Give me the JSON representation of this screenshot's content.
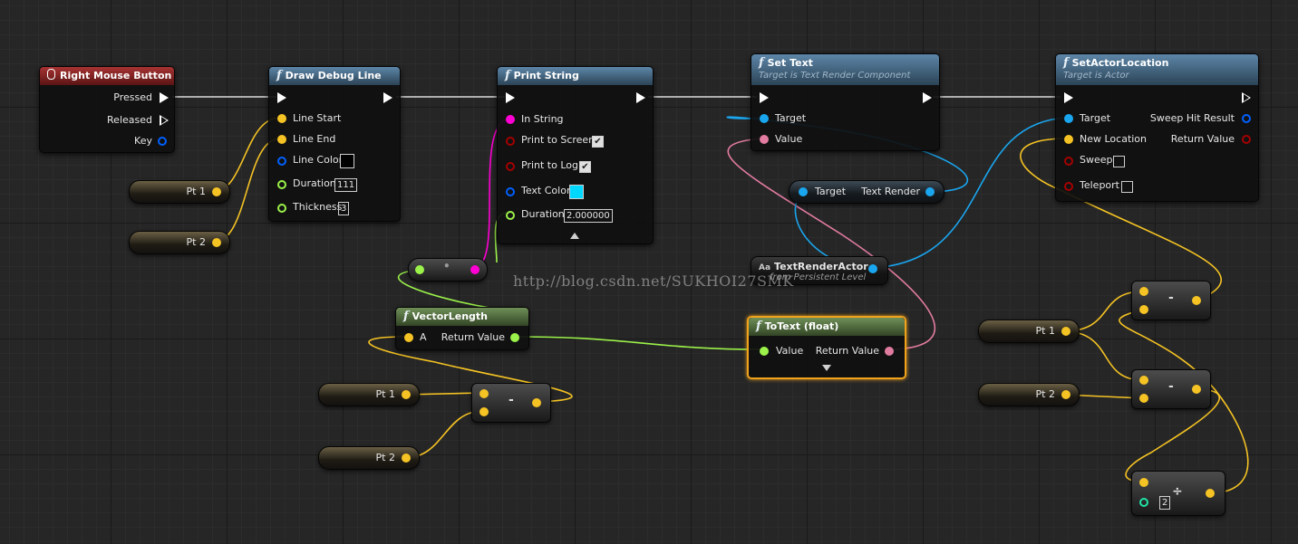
{
  "nodes": {
    "rmb": {
      "title": "Right Mouse Button",
      "pressed": "Pressed",
      "released": "Released",
      "key": "Key"
    },
    "draw_debug_line": {
      "title": "Draw Debug Line",
      "line_start": "Line Start",
      "line_end": "Line End",
      "line_color": "Line Color",
      "duration": "Duration",
      "duration_value": "111",
      "thickness": "Thickness",
      "thickness_value": "3",
      "line_color_value": "#000000"
    },
    "print_string": {
      "title": "Print String",
      "in_string": "In String",
      "print_to_screen": "Print to Screen",
      "print_to_log": "Print to Log",
      "text_color": "Text Color",
      "text_color_value": "#00d8ff",
      "duration": "Duration",
      "duration_value": "2.000000"
    },
    "set_text": {
      "title": "Set Text",
      "subtitle": "Target is Text Render Component",
      "target": "Target",
      "value": "Value"
    },
    "set_actor_location": {
      "title": "SetActorLocation",
      "subtitle": "Target is Actor",
      "target": "Target",
      "new_location": "New Location",
      "sweep": "Sweep",
      "teleport": "Teleport",
      "sweep_hit_result": "Sweep Hit Result",
      "return_value": "Return Value"
    },
    "target_getter": {
      "target": "Target",
      "text_render": "Text Render"
    },
    "text_render_actor": {
      "title": "TextRenderActor",
      "subtitle": "from Persistent Level"
    },
    "vector_length": {
      "title": "VectorLength",
      "a": "A",
      "return_value": "Return Value"
    },
    "to_text": {
      "title": "ToText (float)",
      "value": "Value",
      "return_value": "Return Value"
    },
    "divide": {
      "symbol": "÷",
      "value": "2"
    },
    "subtract_symbol": "-",
    "dot_symbol": "•"
  },
  "variables": {
    "pt1": "Pt 1",
    "pt2": "Pt 2"
  },
  "watermark": "http://blog.csdn.net/SUKHOI27SMK",
  "colors": {
    "vector_pin": "#f5c324",
    "object_pin": "#1aa6ef",
    "text_pin": "#e17ba0",
    "string_pin": "#ff00d4",
    "float_pin": "#9bf24a",
    "bool_pin": "#a50000",
    "struct_pin": "#0060ff",
    "int_pin": "#20e4a6",
    "exec_wire": "#e0e0e0"
  }
}
